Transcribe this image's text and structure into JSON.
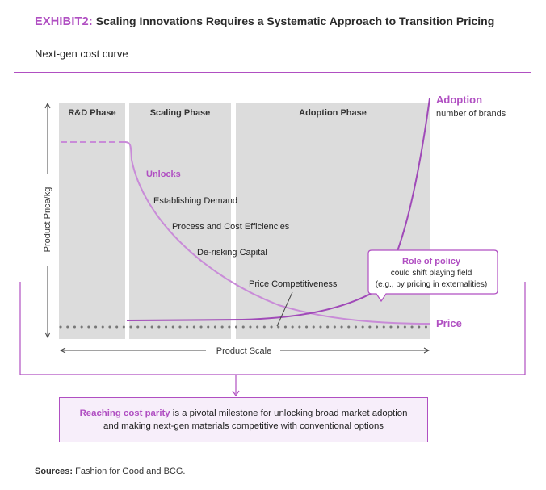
{
  "header": {
    "exhibit_label": "EXHIBIT2:",
    "title": "Scaling Innovations Requires a Systematic Approach to Transition Pricing",
    "subtitle": "Next-gen cost curve"
  },
  "chart_data": {
    "type": "line",
    "title": "Next-gen cost curve",
    "xlabel": "Product Scale",
    "ylabel": "Product Price/kg",
    "phases": [
      "R&D Phase",
      "Scaling Phase",
      "Adoption Phase"
    ],
    "series": [
      {
        "name": "Adoption",
        "sublabel": "number of brands",
        "trend": "flat during scaling, rising steeply in adoption phase"
      },
      {
        "name": "Price",
        "trend": "high and flat during R&D, falling steeply then flattening through scaling and adoption"
      }
    ],
    "annotations": {
      "unlocks_title": "Unlocks",
      "unlocks": [
        "Establishing Demand",
        "Process and Cost Efficiencies",
        "De-risking Capital",
        "Price Competitiveness"
      ],
      "policy_title": "Role of policy",
      "policy_line1": "could shift playing field",
      "policy_line2": "(e.g., by pricing in externalities)"
    },
    "colors": {
      "accent": "#b04fc2",
      "price_line": "#c98bd8",
      "phase_bg": "#dcdcdc",
      "dots": "#777777"
    }
  },
  "callout": {
    "highlight": "Reaching cost parity",
    "text_line1": " is a pivotal milestone for unlocking broad market adoption",
    "text_line2": "and making next-gen materials competitive with conventional options"
  },
  "footer": {
    "sources_label": "Sources:",
    "sources_text": " Fashion for Good and BCG."
  }
}
